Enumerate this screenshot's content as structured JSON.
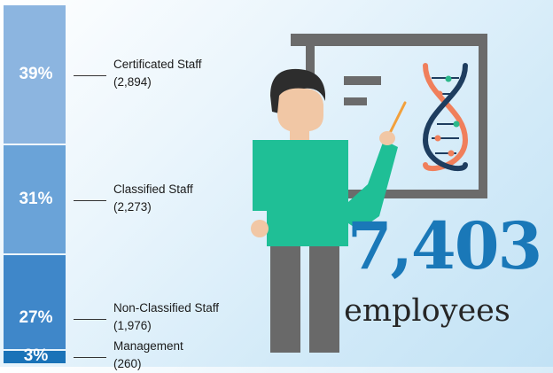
{
  "chart_data": {
    "type": "bar",
    "categories": [
      "Certificated Staff",
      "Classified Staff",
      "Non-Classified Staff",
      "Management"
    ],
    "values": [
      2894,
      2273,
      1976,
      260
    ],
    "percent_labels": [
      "39%",
      "31%",
      "27%",
      "3%"
    ],
    "count_labels": [
      "(2,894)",
      "(2,273)",
      "(1,976)",
      "(260)"
    ],
    "colors": [
      "#8cb5e0",
      "#6aa3d8",
      "#3f87c9",
      "#1a73b8"
    ]
  },
  "total": {
    "number": "7,403",
    "caption": "employees"
  }
}
